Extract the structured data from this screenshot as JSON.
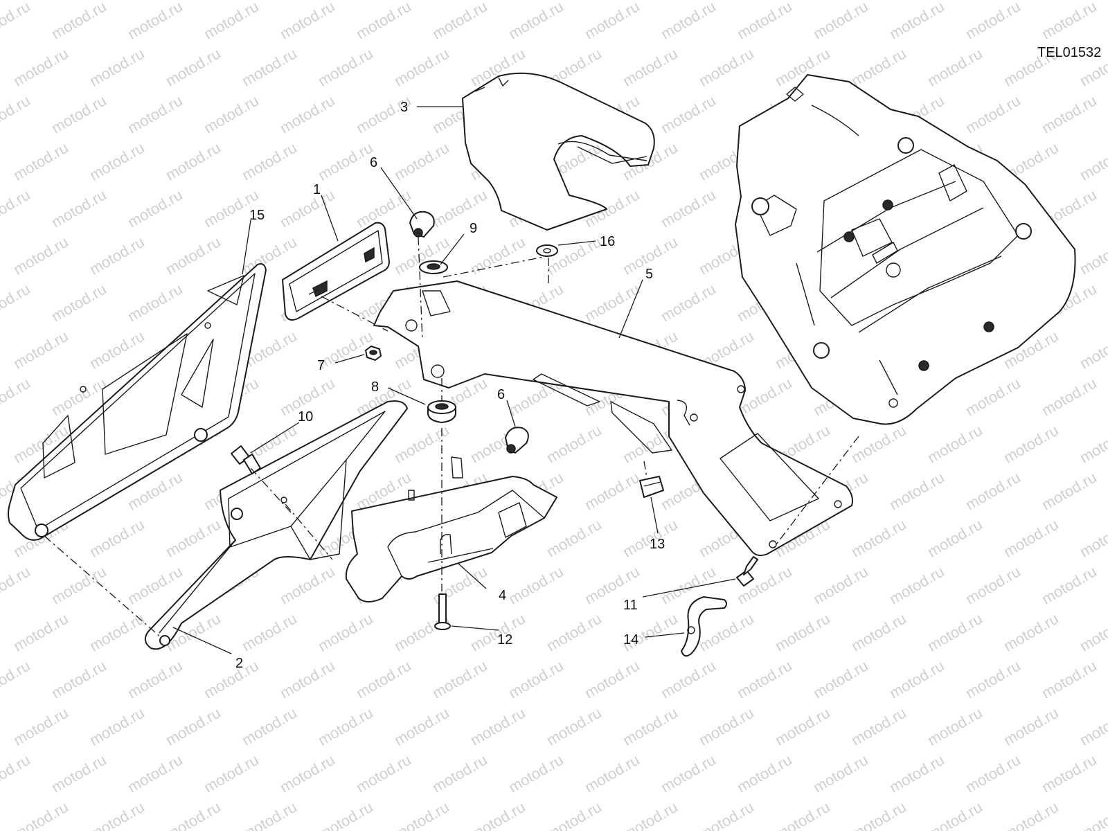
{
  "drawing_code": "TEL01532",
  "watermark_text": "motod.ru",
  "colors": {
    "line": "#1a1a1a",
    "watermark": "#cfcfcf",
    "background": "#ffffff"
  },
  "callouts": [
    {
      "id": "c1",
      "label": "1"
    },
    {
      "id": "c2",
      "label": "2"
    },
    {
      "id": "c3",
      "label": "3"
    },
    {
      "id": "c4",
      "label": "4"
    },
    {
      "id": "c5",
      "label": "5"
    },
    {
      "id": "c6a",
      "label": "6"
    },
    {
      "id": "c6b",
      "label": "6"
    },
    {
      "id": "c7",
      "label": "7"
    },
    {
      "id": "c8",
      "label": "8"
    },
    {
      "id": "c9",
      "label": "9"
    },
    {
      "id": "c10",
      "label": "10"
    },
    {
      "id": "c11",
      "label": "11"
    },
    {
      "id": "c12",
      "label": "12"
    },
    {
      "id": "c13",
      "label": "13"
    },
    {
      "id": "c14",
      "label": "14"
    },
    {
      "id": "c15",
      "label": "15"
    },
    {
      "id": "c16",
      "label": "16"
    }
  ]
}
